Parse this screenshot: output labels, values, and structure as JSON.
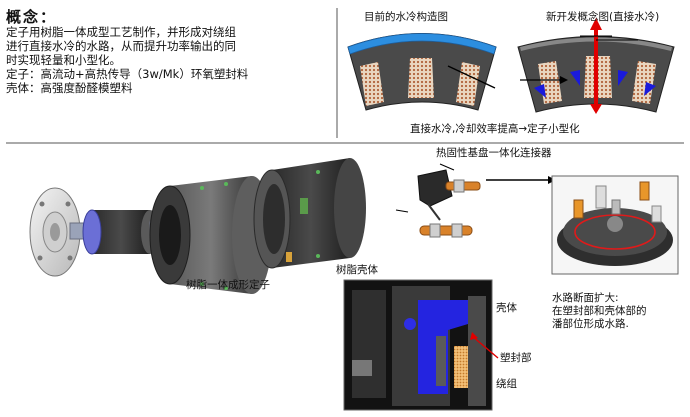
{
  "concept": {
    "title": "概念：",
    "lines": [
      "定子用树脂一体成型工艺制作，并形成对绕组",
      "进行直接水冷的水路，从而提升功率输出的同",
      "时实现轻量和小型化。",
      "定子：高流动+高热传导（3w/Mk）环氧塑封料",
      "壳体：高强度酚醛模塑料"
    ]
  },
  "comparison": {
    "current_label": "目前的水冷构造图",
    "new_label": "新开发概念图(直接水冷)",
    "caption": "直接水冷,冷却效率提高→定子小型化"
  },
  "explode": {
    "stator_label": "树脂一体成形定子",
    "housing_label": "树脂壳体",
    "connector_label": "热固性基盘一体化连接器"
  },
  "section": {
    "housing_label": "壳体",
    "seal_label": "塑封部",
    "winding_label": "绕组",
    "note_lines": [
      "水路断面扩大:",
      "在塑封部和壳体部的",
      "潘部位形成水路."
    ]
  },
  "colors": {
    "coolant_blue": "#1a1adb",
    "arrow_red": "#e00000",
    "housing_dark": "#3a3a3a"
  }
}
